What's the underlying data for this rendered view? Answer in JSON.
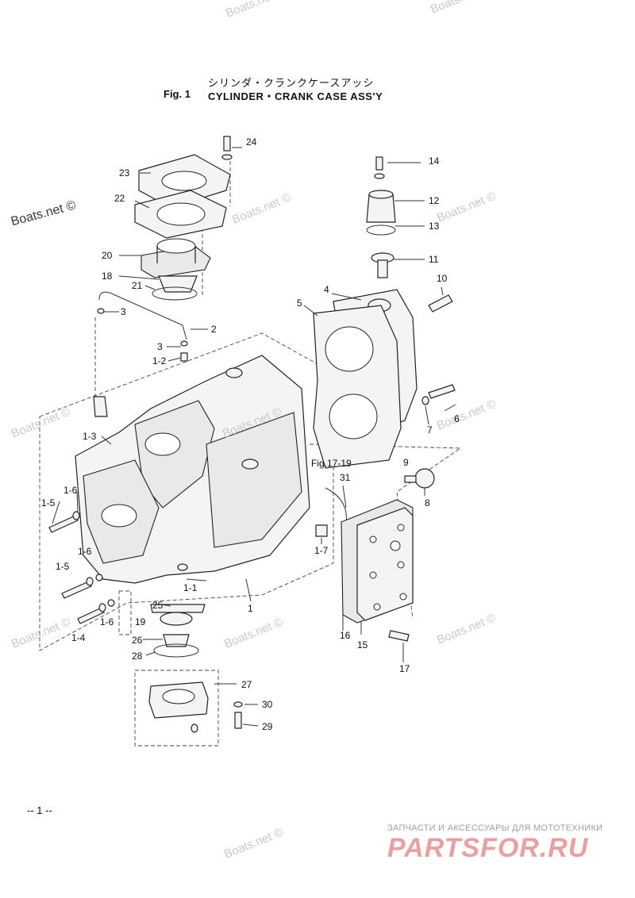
{
  "header": {
    "title_jp": "シリンダ・クランクケースアッシ",
    "fig_label": "Fig. 1",
    "title_en": "CYLINDER・CRANK CASE ASS'Y"
  },
  "watermarks": {
    "boats": "Boats.net ©"
  },
  "callouts": {
    "p24": "24",
    "p23": "23",
    "p22": "22",
    "p20": "20",
    "p18": "18",
    "p21": "21",
    "p3a": "3",
    "p2": "2",
    "p3b": "3",
    "p1_2": "1-2",
    "p1_3": "1-3",
    "p1_6a": "1-6",
    "p1_5a": "1-5",
    "p1_6b": "1-6",
    "p1_5b": "1-5",
    "p1_4": "1-4",
    "p1_6c": "1-6",
    "p1_1": "1-1",
    "p1": "1",
    "p25": "25",
    "p19": "19",
    "p26": "26",
    "p28": "28",
    "p27": "27",
    "p30": "30",
    "p29": "29",
    "p14": "14",
    "p12": "12",
    "p13": "13",
    "p11": "11",
    "p10": "10",
    "p4": "4",
    "p5": "5",
    "p6": "6",
    "p7": "7",
    "fig17": "Fig.17-19",
    "p31": "31",
    "p9": "9",
    "p8": "8",
    "p1_7": "1-7",
    "p16": "16",
    "p15": "15",
    "p17": "17"
  },
  "footer": {
    "page_number": "-- 1 --",
    "ad_text": "ЗАПЧАСТИ И АКСЕССУАРЫ ДЛЯ МОТОТЕХНИКИ",
    "ad_logo": "PARTSFOR.RU"
  },
  "colors": {
    "line": "#333333",
    "watermark": "#c9c9c9",
    "ad_logo": "#e8a0a0"
  }
}
